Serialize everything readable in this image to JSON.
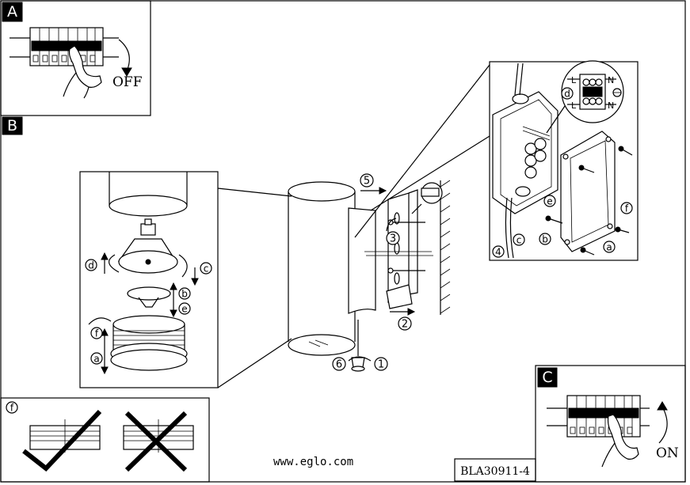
{
  "panels": {
    "a": {
      "tag": "A",
      "action": "OFF"
    },
    "b": {
      "tag": "B"
    },
    "c": {
      "tag": "C",
      "action": "ON"
    },
    "f": {
      "tag": "f"
    }
  },
  "lamp_steps": {
    "a": "a",
    "b": "b",
    "c": "c",
    "d": "d",
    "e": "e",
    "f": "f"
  },
  "mount_steps": {
    "s1": "1",
    "s2": "2",
    "s3": "3",
    "s5": "5",
    "s6": "6"
  },
  "box_steps": {
    "s4": "4",
    "a": "a",
    "b": "b",
    "c": "c",
    "d": "d",
    "e": "e",
    "f": "f"
  },
  "terminals": {
    "L1": "L",
    "L2": "L",
    "N1": "N",
    "N2": "N"
  },
  "footer": {
    "url": "www.eglo.com",
    "code": "BLA30911-4"
  }
}
